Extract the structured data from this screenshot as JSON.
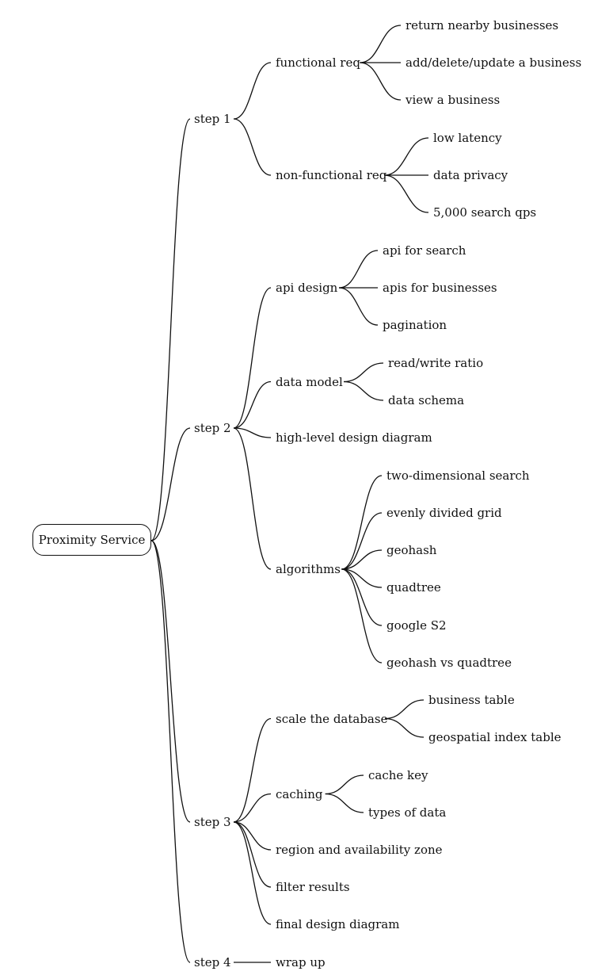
{
  "title": "Proximity Service",
  "root": {
    "label": "Proximity Service",
    "children": [
      {
        "label": "step 1",
        "children": [
          {
            "label": "functional req",
            "children": [
              {
                "label": "return nearby businesses"
              },
              {
                "label": "add/delete/update a business"
              },
              {
                "label": "view a business"
              }
            ]
          },
          {
            "label": "non-functional req",
            "children": [
              {
                "label": "low latency"
              },
              {
                "label": "data privacy"
              },
              {
                "label": "5,000 search qps"
              }
            ]
          }
        ]
      },
      {
        "label": "step 2",
        "children": [
          {
            "label": "api design",
            "children": [
              {
                "label": "api for search"
              },
              {
                "label": "apis for businesses"
              },
              {
                "label": "pagination"
              }
            ]
          },
          {
            "label": "data model",
            "children": [
              {
                "label": "read/write ratio"
              },
              {
                "label": "data schema"
              }
            ]
          },
          {
            "label": "high-level design diagram"
          },
          {
            "label": "algorithms",
            "children": [
              {
                "label": "two-dimensional search"
              },
              {
                "label": "evenly divided grid"
              },
              {
                "label": "geohash"
              },
              {
                "label": "quadtree"
              },
              {
                "label": "google S2"
              },
              {
                "label": "geohash vs quadtree"
              }
            ]
          }
        ]
      },
      {
        "label": "step 3",
        "children": [
          {
            "label": "scale the database",
            "children": [
              {
                "label": "business table"
              },
              {
                "label": "geospatial index table"
              }
            ]
          },
          {
            "label": "caching",
            "children": [
              {
                "label": "cache key"
              },
              {
                "label": "types of data"
              }
            ]
          },
          {
            "label": "region and availability zone"
          },
          {
            "label": "filter results"
          },
          {
            "label": "final design diagram"
          }
        ]
      },
      {
        "label": "step 4",
        "children": [
          {
            "label": "wrap up"
          }
        ]
      }
    ]
  }
}
